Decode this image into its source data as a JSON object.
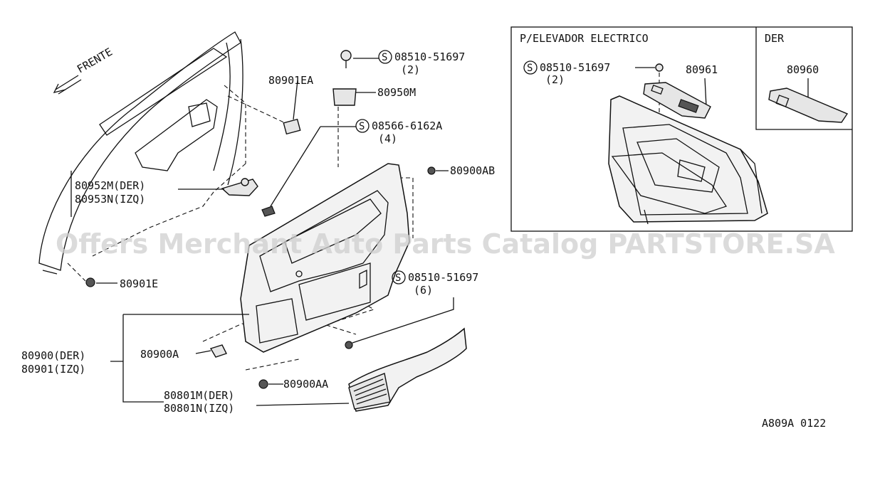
{
  "watermark": "Offers Merchant Auto Parts Catalog PARTSTORE.SA",
  "direction_label": "FRENTE",
  "diagram_code": "A809A  0122",
  "inset": {
    "title": "P/ELEVADOR ELECTRICO",
    "side_title": "DER",
    "bolt_symbol": "S",
    "bolt_number": "08510-51697",
    "bolt_qty": "(2)",
    "switch_part": "80961",
    "side_part": "80960"
  },
  "parts": {
    "p80901EA": "80901EA",
    "p80950M": "80950M",
    "p80900AB": "80900AB",
    "p80952M": "80952M(DER)",
    "p80953N": "80953N(IZQ)",
    "p80901E": "80901E",
    "p80900A": "80900A",
    "p80900": "80900(DER)",
    "p80901": "80901(IZQ)",
    "p80900AA": "80900AA",
    "p80801M": "80801M(DER)",
    "p80801N": "80801N(IZQ)"
  },
  "screws": {
    "symbol": "S",
    "s1_number": "08510-51697",
    "s1_qty": "(2)",
    "s2_number": "08566-6162A",
    "s2_qty": "(4)",
    "s3_number": "08510-51697",
    "s3_qty": "(6)"
  }
}
